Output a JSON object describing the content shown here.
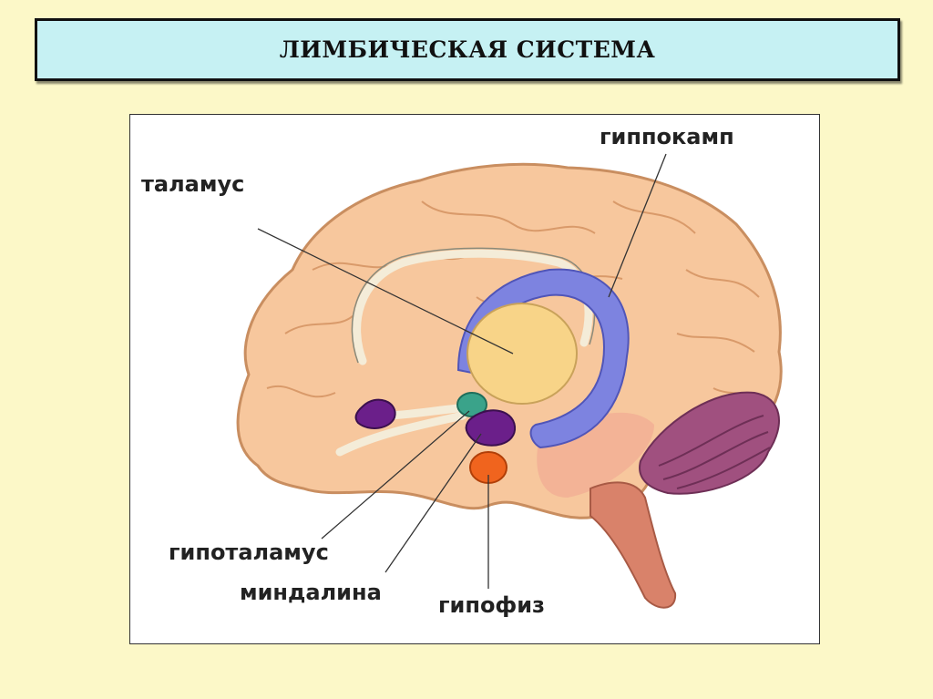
{
  "title": "ЛИМБИЧЕСКАЯ СИСТЕМА",
  "labels": {
    "hippocampus": "гиппокамп",
    "thalamus": "таламус",
    "hypothalamus": "гипоталамус",
    "amygdala": "миндалина",
    "pituitary": "гипофиз"
  },
  "colors": {
    "background": "#fcf8c8",
    "title_box": "#c6f1f3",
    "brain": "#f7c79d",
    "hippocampus": "#7d83e0",
    "thalamus": "#f8d488",
    "amygdala": "#6b1f8a",
    "hypothalamus": "#3aa38a",
    "pituitary": "#f0641e",
    "cerebellum": "#a0507f",
    "brainstem": "#d9826a"
  }
}
